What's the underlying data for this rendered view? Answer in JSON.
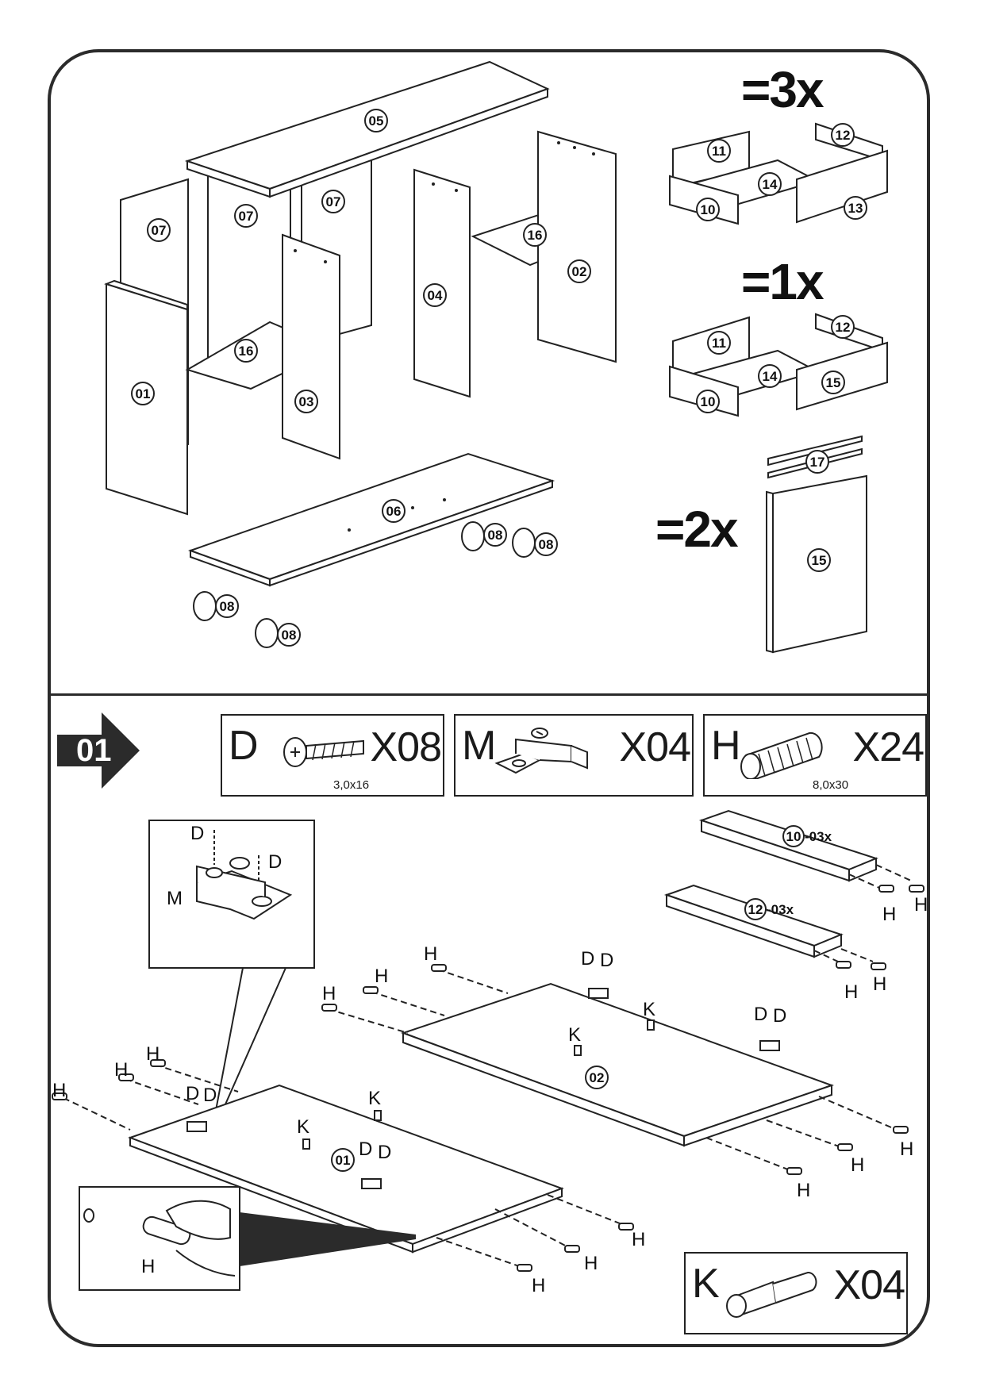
{
  "overview": {
    "sets": [
      {
        "qty": "=3x",
        "parts": [
          "11",
          "12",
          "14",
          "10",
          "13"
        ]
      },
      {
        "qty": "=1x",
        "parts": [
          "11",
          "12",
          "14",
          "15",
          "10"
        ]
      },
      {
        "qty": "=2x",
        "parts": [
          "17",
          "15"
        ]
      }
    ],
    "panels": [
      "05",
      "07",
      "07",
      "07",
      "16",
      "02",
      "04",
      "16",
      "01",
      "03",
      "06",
      "08",
      "08",
      "08",
      "08"
    ]
  },
  "step": {
    "number": "01",
    "hardware": [
      {
        "letter": "D",
        "qty": "X08",
        "size": "3,0x16",
        "icon": "screw-icon"
      },
      {
        "letter": "M",
        "qty": "X04",
        "size": "",
        "icon": "drawer-runner-bracket-icon"
      },
      {
        "letter": "H",
        "qty": "X24",
        "size": "8,0x30",
        "icon": "wooden-dowel-icon"
      }
    ],
    "pin": {
      "letter": "K",
      "qty": "X04",
      "icon": "cam-pin-icon"
    },
    "rails": [
      {
        "part": "10",
        "qty": "-03x"
      },
      {
        "part": "12",
        "qty": "-03x"
      }
    ],
    "boards": [
      "01",
      "02"
    ],
    "detail_labels": {
      "d1": "D",
      "d2": "D",
      "m": "M",
      "h": "H"
    },
    "callouts": {
      "h": "H",
      "d": "D",
      "k": "K"
    }
  }
}
